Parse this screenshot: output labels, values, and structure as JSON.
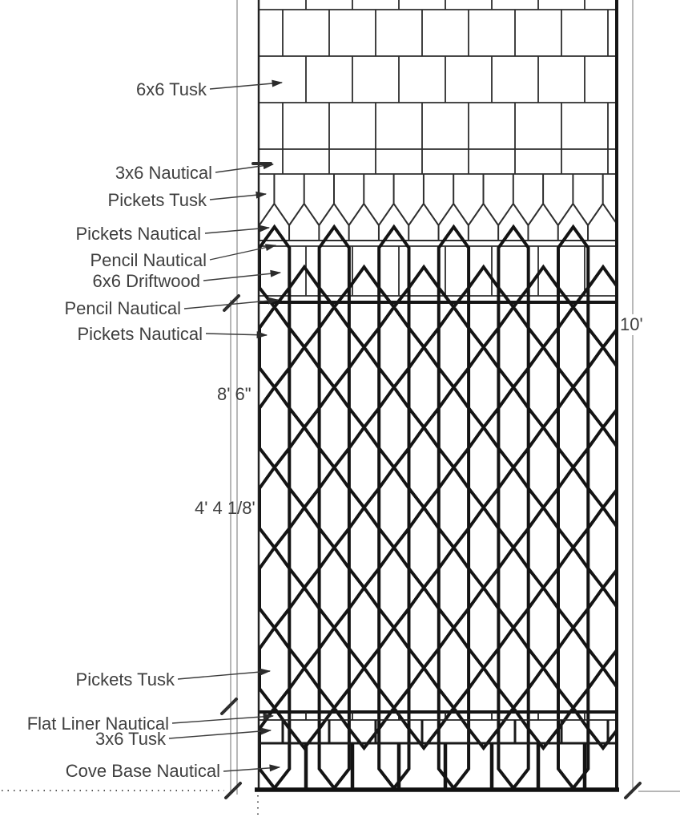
{
  "drawing": {
    "type": "tile-elevation",
    "labels": {
      "tile_6x6_tusk": "6x6 Tusk",
      "tile_3x6_nautical": "3x6 Nautical",
      "pickets_tusk_top": "Pickets Tusk",
      "pickets_nautical_top": "Pickets Nautical",
      "pencil_nautical_upper": "Pencil Nautical",
      "tile_6x6_driftwood": "6x6 Driftwood",
      "pencil_nautical_lower": "Pencil Nautical",
      "pickets_nautical_field": "Pickets Nautical",
      "pickets_tusk_field": "Pickets Tusk",
      "flat_liner_nautical": "Flat Liner Nautical",
      "tile_3x6_tusk": "3x6 Tusk",
      "cove_base_nautical": "Cove Base Nautical"
    },
    "dimensions": {
      "total_height": "10'",
      "upper_segment": "8' 6\"",
      "field_segment": "4' 4 1/8'"
    },
    "colors": {
      "background": "#ffffff",
      "line_heavy": "#141414",
      "line_light": "#2e2e2e",
      "leader": "#3c3c3c",
      "dimension_line": "#8a8a8a",
      "label_text": "#3f3f3f"
    }
  }
}
